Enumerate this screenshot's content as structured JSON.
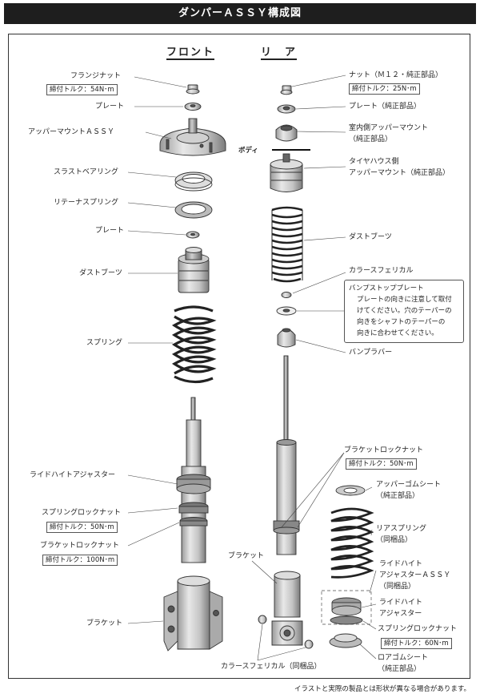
{
  "title": "ダンパーＡＳＳＹ構成図",
  "sections": {
    "front": "フロント",
    "rear": "リ　ア"
  },
  "body_label": "ボディ",
  "front_labels": {
    "flange_nut": "フランジナット",
    "flange_torque": "締付トルク：54N･m",
    "plate1": "プレート",
    "upper_mount": "アッパーマウントＡＳＳＹ",
    "thrust_bearing": "スラストベアリング",
    "retainer_spring": "リテーナスプリング",
    "plate2": "プレート",
    "dust_boot": "ダストブーツ",
    "spring": "スプリング",
    "ride_height": "ライドハイトアジャスター",
    "spring_lock": "スプリングロックナット",
    "spring_lock_torque": "締付トルク：50N･m",
    "bracket_lock": "ブラケットロックナット",
    "bracket_lock_torque": "締付トルク：100N･m",
    "bracket": "ブラケット"
  },
  "rear_labels": {
    "nut": "ナット（Ｍ１２・純正部品）",
    "nut_torque": "締付トルク：25N･m",
    "plate": "プレート（純正部品）",
    "cabin_mount_1": "室内側アッパーマウント",
    "cabin_mount_2": "（純正部品）",
    "tire_mount_1": "タイヤハウス側",
    "tire_mount_2": "アッパーマウント（純正部品）",
    "dust_boot": "ダストブーツ",
    "collar": "カラースフェリカル",
    "bump_rubber": "バンプラバー",
    "bracket_lock": "ブラケットロックナット",
    "bracket_lock_torque": "締付トルク：50N･m",
    "upper_rubber_1": "アッパーゴムシート",
    "upper_rubber_2": "（純正部品）",
    "rear_spring_1": "リアスプリング",
    "rear_spring_2": "（同梱品）",
    "bracket": "ブラケット",
    "ride_assy_1": "ライドハイト",
    "ride_assy_2": "アジャスターＡＳＳＹ",
    "ride_assy_3": "（同梱品）",
    "ride_1": "ライドハイト",
    "ride_2": "アジャスター",
    "spring_lock": "スプリングロックナット",
    "spring_lock_torque": "締付トルク：60N･m",
    "lower_rubber_1": "ロアゴムシート",
    "lower_rubber_2": "（純正部品）",
    "collar_included": "カラースフェリカル（同梱品）"
  },
  "bump_note": {
    "title": "バンプストッププレート",
    "body": "プレートの向きに注意して取付\nけてください。穴のテーパーの\n向きをシャフトのテーパーの\n向きに合わせてください。"
  },
  "footer": "イラストと実際の製品とは形状が異なる場合があります。"
}
